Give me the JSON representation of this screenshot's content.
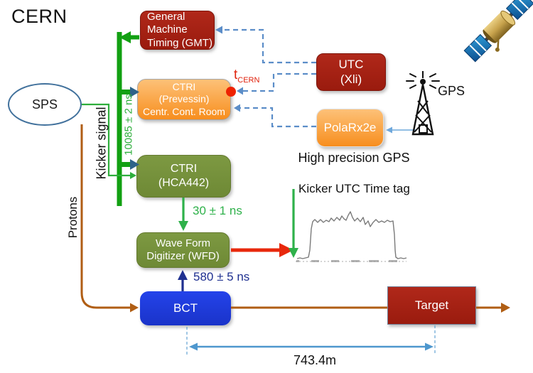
{
  "title": "CERN",
  "nodes": {
    "sps": {
      "label": "SPS"
    },
    "gmt": {
      "lines": [
        "General",
        "Machine",
        "Timing (GMT)"
      ]
    },
    "ctri_prevessin": {
      "lines": [
        "CTRI",
        "(Prevessin)",
        "Centr. Cont. Room"
      ]
    },
    "utc": {
      "lines": [
        "UTC",
        "(Xli)"
      ]
    },
    "polarx": {
      "label": "PolaRx2e"
    },
    "ctri_hca": {
      "lines": [
        "CTRI",
        "(HCA442)"
      ]
    },
    "wfd": {
      "lines": [
        "Wave Form",
        "Digitizer (WFD)"
      ]
    },
    "bct": {
      "label": "BCT"
    },
    "target": {
      "label": "Target"
    }
  },
  "labels": {
    "kicker_signal": "Kicker signal",
    "delay_kicker": "10085 ± 2 ns",
    "protons": "Protons",
    "delay_ctri_wfd": "30 ± 1 ns",
    "delay_bct_wfd": "580 ± 5 ns",
    "distance": "743.4m",
    "high_precision_gps": "High precision GPS",
    "gps": "GPS",
    "kicker_utc_tag": "Kicker UTC Time tag",
    "t_cern_base": "t",
    "t_cern_sub": "CERN"
  },
  "icons": {
    "satellite": "gps-satellite-icon",
    "antenna": "gps-antenna-icon",
    "waveform": "kicker-pulse-waveform"
  },
  "colors": {
    "dark_red": "#B0281A",
    "dark_red_deep": "#9A1B0E",
    "orange_top": "#FDC178",
    "orange_bottom": "#F78E1E",
    "green_box": "#7D9942",
    "green_box_deep": "#6E8935",
    "blue_box": "#2443EA",
    "blue_box_deep": "#1A33C9",
    "green_line": "#12A012",
    "green_thin": "#2EAE3C",
    "green_bright": "#2EB14A",
    "steel_arrow": "#2E6389",
    "dashed_blue": "#5B8DC8",
    "brown": "#B05E14",
    "red_arrow": "#E8280C",
    "navy": "#1F3090",
    "measure_blue": "#4E97CE",
    "light_blue": "#6FA8DC",
    "t_cern_red": "#E0220C",
    "sps_border": "#41719C",
    "trace_gray": "#7A7A7A"
  }
}
